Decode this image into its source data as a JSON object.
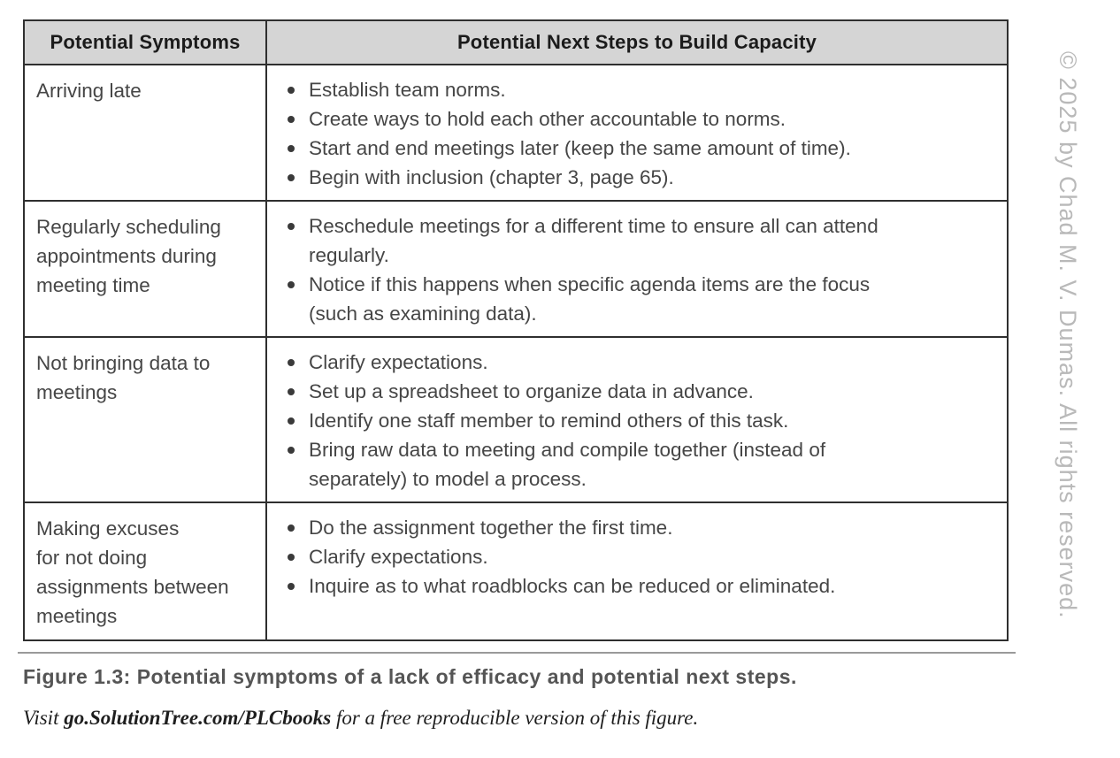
{
  "table": {
    "headers": {
      "symptoms": "Potential Symptoms",
      "next_steps": "Potential Next Steps to Build Capacity"
    },
    "rows": [
      {
        "symptom": "Arriving late",
        "steps": [
          "Establish team norms.",
          "Create ways to hold each other accountable to norms.",
          "Start and end meetings later (keep the same amount of time).",
          "Begin with inclusion (chapter 3, page 65)."
        ]
      },
      {
        "symptom": "Regularly scheduling\nappointments during\nmeeting time",
        "steps": [
          "Reschedule meetings for a different time to ensure all can attend regularly.",
          "Notice if this happens when specific agenda items are the focus (such as examining data)."
        ]
      },
      {
        "symptom": "Not bringing data to\nmeetings",
        "steps": [
          "Clarify expectations.",
          "Set up a spreadsheet to organize data in advance.",
          "Identify one staff member to remind others of this task.",
          "Bring raw data to meeting and compile together (instead of separately) to model a process."
        ]
      },
      {
        "symptom": "Making excuses\nfor not doing\nassignments between\nmeetings",
        "steps": [
          "Do the assignment together the first time.",
          "Clarify expectations.",
          "Inquire as to what roadblocks can be reduced or eliminated."
        ]
      }
    ]
  },
  "caption": "Figure 1.3: Potential symptoms of a lack of efficacy and potential next steps.",
  "footer": {
    "prefix": "Visit ",
    "link": "go.SolutionTree.com/PLCbooks",
    "suffix": " for a free reproducible version of this figure."
  },
  "copyright": "© 2025 by Chad M. V. Dumas. All rights reserved.",
  "colors": {
    "header_bg": "#d5d5d5",
    "table_border": "#2f2f2f",
    "body_text": "#464646",
    "caption_text": "#555555",
    "copyright_text": "#b9b9b9"
  }
}
